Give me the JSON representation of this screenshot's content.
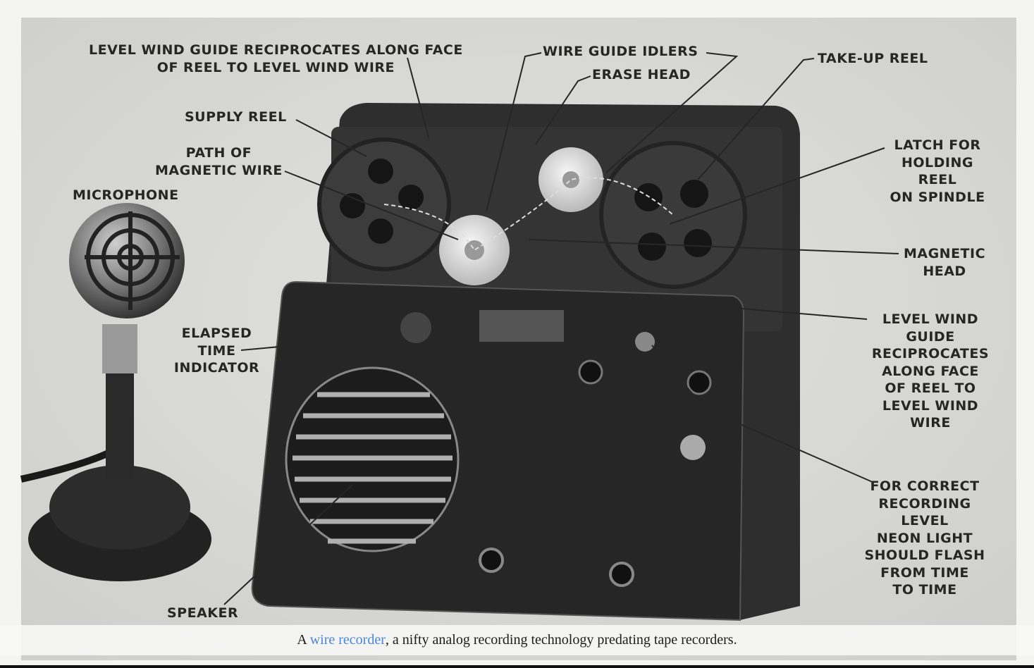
{
  "figure": {
    "labels": {
      "level_wind_top": [
        "LEVEL WIND GUIDE RECIPROCATES ALONG FACE",
        "OF REEL TO LEVEL WIND WIRE"
      ],
      "wire_guide_idlers": "WIRE GUIDE IDLERS",
      "erase_head": "ERASE HEAD",
      "take_up_reel": "TAKE-UP REEL",
      "supply_reel": "SUPPLY REEL",
      "path_of_wire": [
        "PATH OF",
        "MAGNETIC WIRE"
      ],
      "microphone": "MICROPHONE",
      "latch": [
        "LATCH FOR",
        "HOLDING",
        "REEL",
        "ON SPINDLE"
      ],
      "magnetic_head": [
        "MAGNETIC",
        "HEAD"
      ],
      "level_wind_right": [
        "LEVEL WIND",
        "GUIDE",
        "RECIPROCATES",
        "ALONG FACE",
        "OF REEL TO",
        "LEVEL WIND",
        "WIRE"
      ],
      "elapsed_time": [
        "ELAPSED",
        "TIME",
        "INDICATOR"
      ],
      "neon_light": [
        "FOR CORRECT",
        "RECORDING",
        "LEVEL",
        "NEON LIGHT",
        "SHOULD FLASH",
        "FROM TIME",
        "TO TIME"
      ],
      "speaker": "SPEAKER"
    }
  },
  "caption": {
    "prefix": "A ",
    "link_text": "wire recorder",
    "suffix": ", a nifty analog recording technology predating tape recorders."
  }
}
